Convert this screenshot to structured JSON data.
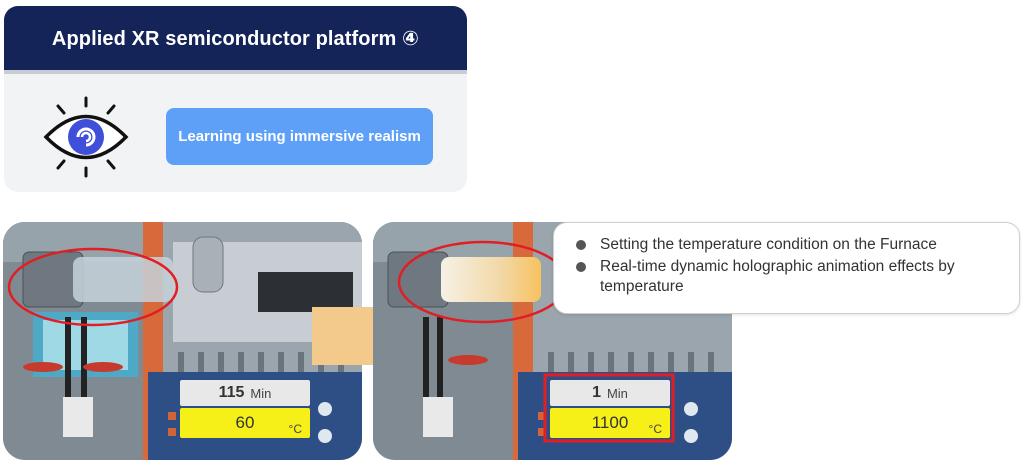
{
  "header": {
    "title": "Applied XR semiconductor platform ④"
  },
  "feature": {
    "label": "Learning using immersive realism",
    "icon": "eye-icon"
  },
  "before_display": {
    "time_value": "115",
    "time_unit": "Min",
    "temp_value": "60",
    "temp_unit": "°C"
  },
  "after_display": {
    "time_value": "1",
    "time_unit": "Min",
    "temp_value": "1100",
    "temp_unit": "°C"
  },
  "info_panel": {
    "bullets": [
      "Setting the temperature condition on the Furnace",
      "Real-time dynamic holographic animation effects by temperature"
    ]
  },
  "colors": {
    "header_bg": "#142459",
    "pill_bg": "#5ea0f7",
    "highlight": "#e01e24",
    "arrow": "#f4c98c",
    "lcd_yellow": "#f6ef18"
  }
}
